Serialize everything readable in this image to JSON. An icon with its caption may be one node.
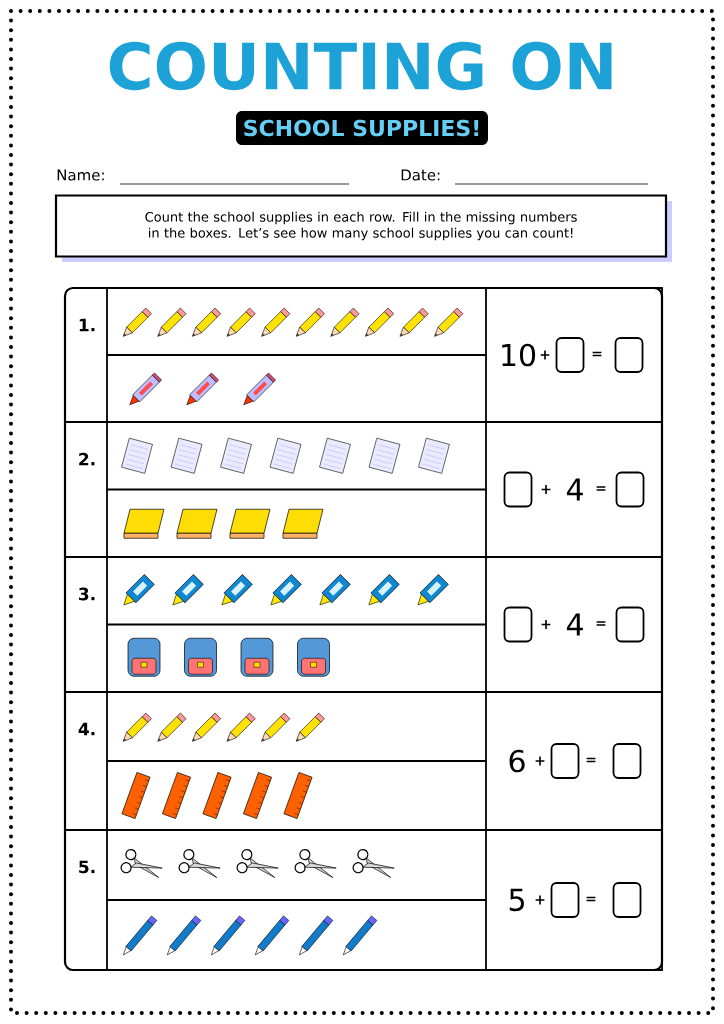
{
  "diagram": {
    "title": "COUNTING ON",
    "nodes": [
      {
        "text": [
          "Count the school supplies in each row. Fill in the missing numbers in the boxes. Let’s see how many school supplies you can count!"
        ]
      },
      {
        "text": [
          "10",
          "+",
          "="
        ]
      },
      {
        "text": [],
        "shape": "box",
        "in": 1
      },
      {
        "text": [],
        "shape": "box",
        "in": 1
      },
      {
        "text": [
          "+",
          "4",
          "="
        ]
      },
      {
        "text": [],
        "shape": "box",
        "in": 4
      },
      {
        "text": [],
        "shape": "box",
        "in": 4
      },
      {
        "text": [
          "+",
          "4",
          "="
        ]
      },
      {
        "text": [],
        "shape": "box",
        "in": 7
      },
      {
        "text": [],
        "shape": "box",
        "in": 7
      },
      {
        "text": [
          "6",
          "+",
          "="
        ]
      },
      {
        "text": [],
        "shape": "box",
        "in": 10
      },
      {
        "text": [],
        "shape": "box",
        "in": 10
      },
      {
        "text": [
          "5",
          "+",
          "="
        ]
      },
      {
        "text": [],
        "shape": "box",
        "in": 13
      },
      {
        "text": [],
        "shape": "box",
        "in": 13
      }
    ],
    "labels": [
      "SCHOOL SUPPLIES!",
      "Name:",
      "Date:",
      "1.",
      "2.",
      "3.",
      "4.",
      "5."
    ]
  }
}
